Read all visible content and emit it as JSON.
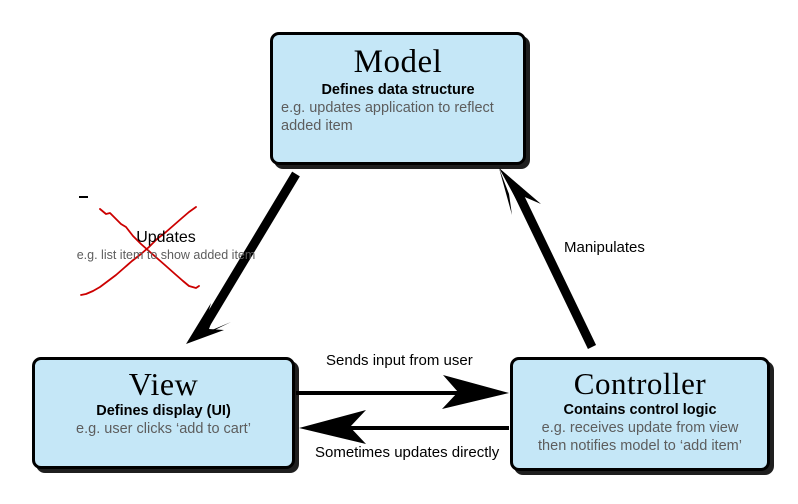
{
  "diagram": {
    "title": "MVC (Model View Controller) pattern diagram",
    "background_color": "#ffffff",
    "node_fill_color": "#c5e7f7",
    "node_border_color": "#000000",
    "arrow_color": "#000000",
    "strikethrough_color": "#cc0000",
    "muted_text_color": "#5d5d5d"
  },
  "nodes": [
    {
      "id": "model",
      "title": "Model",
      "subtitle": "Defines data structure",
      "example_line1": "e.g. updates application to reflect",
      "example_line2": "added item"
    },
    {
      "id": "view",
      "title": "View",
      "subtitle": "Defines display (UI)",
      "example_line1": "e.g. user clicks ‘add to cart’"
    },
    {
      "id": "controller",
      "title": "Controller",
      "subtitle": "Contains control logic",
      "example_line1": "e.g. receives update from view",
      "example_line2": "then notifies model to ‘add item’"
    }
  ],
  "edges": [
    {
      "id": "model-to-view",
      "from": "model",
      "to": "view",
      "label": "Updates",
      "example": "e.g. list item to show added item",
      "struck_out": true,
      "direction": "down-left"
    },
    {
      "id": "view-to-controller",
      "from": "view",
      "to": "controller",
      "label": "Sends input from user",
      "direction": "right"
    },
    {
      "id": "controller-to-view",
      "from": "controller",
      "to": "view",
      "label": "Sometimes updates directly",
      "direction": "left"
    },
    {
      "id": "controller-to-model",
      "from": "controller",
      "to": "model",
      "label": "Manipulates",
      "direction": "up-left"
    }
  ]
}
